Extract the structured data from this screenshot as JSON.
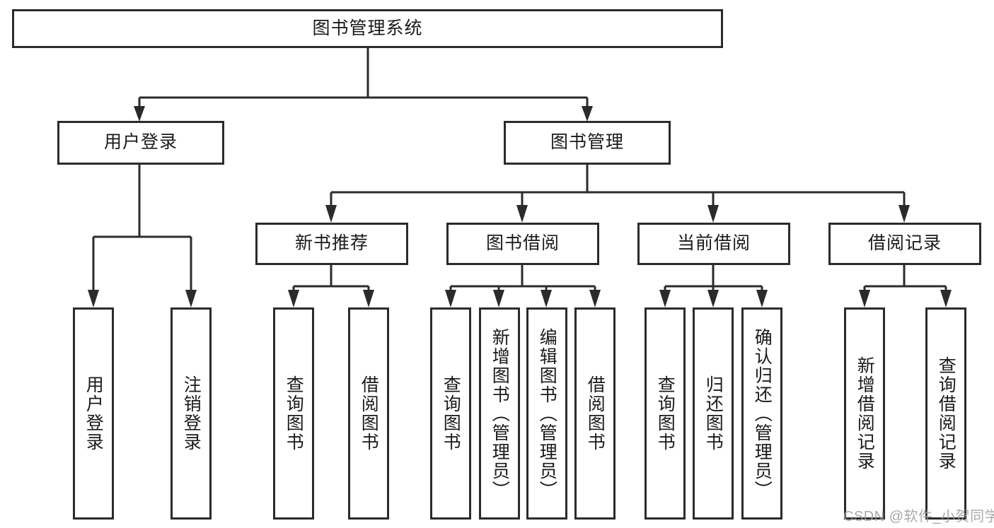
{
  "diagram": {
    "title": "图书管理系统",
    "type": "tree-hierarchy",
    "root": {
      "label": "图书管理系统"
    },
    "level2": [
      {
        "label": "用户登录"
      },
      {
        "label": "图书管理"
      }
    ],
    "level3": [
      {
        "label": "新书推荐"
      },
      {
        "label": "图书借阅"
      },
      {
        "label": "当前借阅"
      },
      {
        "label": "借阅记录"
      }
    ],
    "leaves": {
      "user_login": [
        {
          "label": "用户登录"
        },
        {
          "label": "注销登录"
        }
      ],
      "new_book_recommend": [
        {
          "label": "查询图书"
        },
        {
          "label": "借阅图书"
        }
      ],
      "book_borrow": [
        {
          "label": "查询图书"
        },
        {
          "label": "新增图书（管理员）"
        },
        {
          "label": "编辑图书（管理员）"
        },
        {
          "label": "借阅图书"
        }
      ],
      "current_borrow": [
        {
          "label": "查询图书"
        },
        {
          "label": "归还图书"
        },
        {
          "label": "确认归还（管理员）"
        }
      ],
      "borrow_records": [
        {
          "label": "新增借阅记录"
        },
        {
          "label": "查询借阅记录"
        }
      ]
    }
  },
  "watermark": {
    "text": "CSDN @软件_小贺同学"
  },
  "colors": {
    "stroke": "#2b2b2b",
    "background": "#ffffff",
    "text": "#1a1a1a",
    "watermark": "#9b9b9b"
  }
}
